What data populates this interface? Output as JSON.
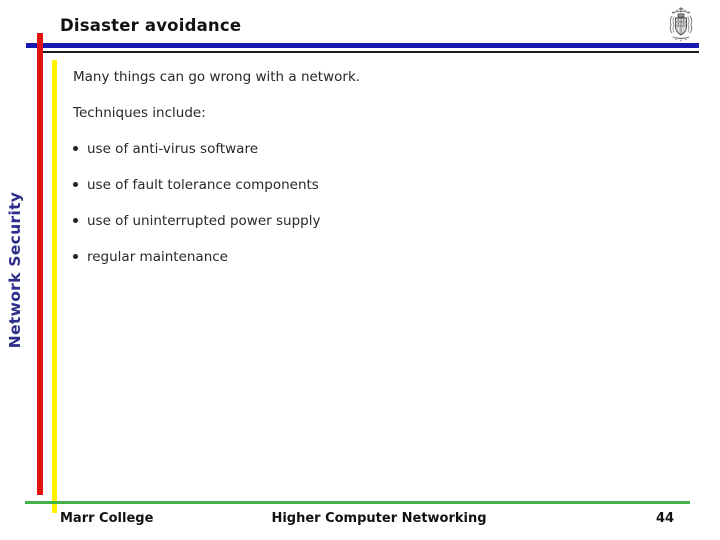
{
  "slide": {
    "title": "Disaster avoidance",
    "sidebar_label": "Network Security",
    "body": {
      "paragraphs": [
        "Many things can go wrong with a network.",
        "Techniques include:"
      ],
      "bullets": [
        "use of anti-virus software",
        "use of fault tolerance components",
        "use of uninterrupted power supply",
        "regular maintenance"
      ]
    },
    "footer": {
      "left": "Marr College",
      "center": "Higher Computer Networking",
      "page_number": "44"
    },
    "icons": {
      "crest": "college-crest-icon"
    },
    "colors": {
      "accent_blue": "#1818b2",
      "accent_red": "#e01212",
      "accent_yellow": "#fff100",
      "accent_green": "#43b249",
      "sidebar_text": "#2d2d8a",
      "title_text": "#121212",
      "body_text": "#282828"
    }
  }
}
